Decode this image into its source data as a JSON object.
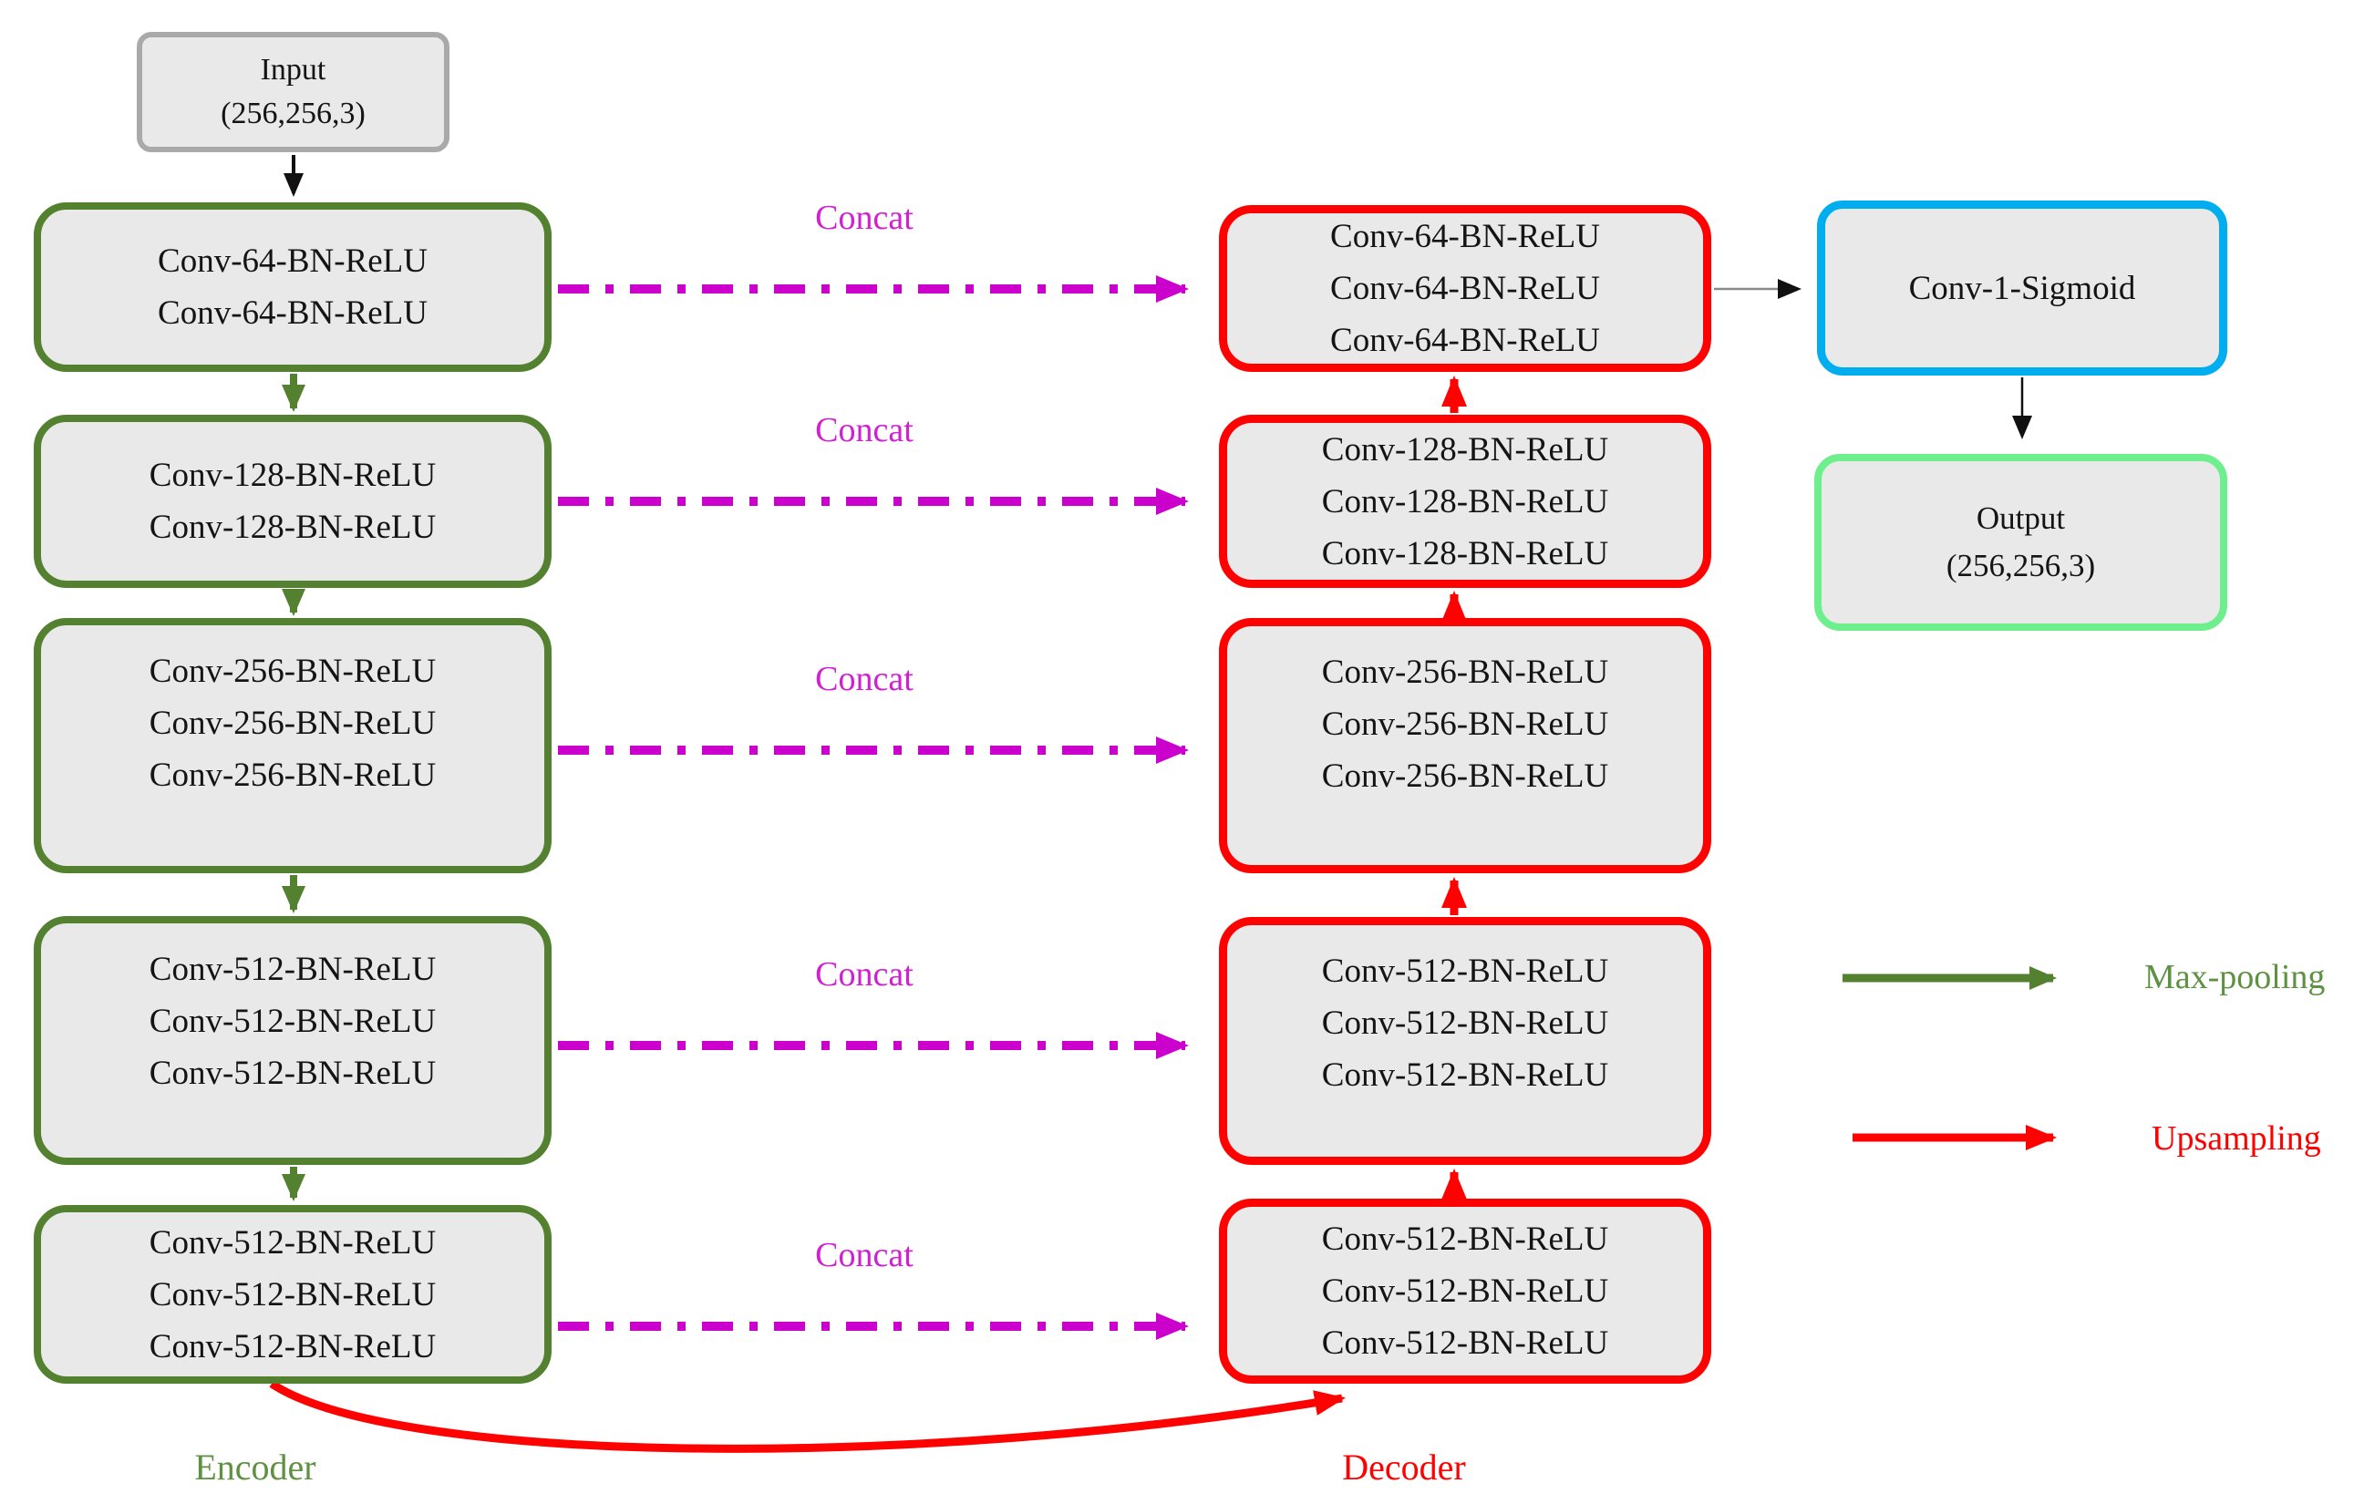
{
  "input": {
    "lines": [
      "Input",
      "(256,256,3)"
    ]
  },
  "encoder": {
    "label": "Encoder",
    "blocks": [
      {
        "lines": [
          "Conv-64-BN-ReLU",
          "Conv-64-BN-ReLU"
        ]
      },
      {
        "lines": [
          "Conv-128-BN-ReLU",
          "Conv-128-BN-ReLU"
        ]
      },
      {
        "lines": [
          "Conv-256-BN-ReLU",
          "Conv-256-BN-ReLU",
          "Conv-256-BN-ReLU"
        ]
      },
      {
        "lines": [
          "Conv-512-BN-ReLU",
          "Conv-512-BN-ReLU",
          "Conv-512-BN-ReLU"
        ]
      },
      {
        "lines": [
          "Conv-512-BN-ReLU",
          "Conv-512-BN-ReLU",
          "Conv-512-BN-ReLU"
        ]
      }
    ]
  },
  "decoder": {
    "label": "Decoder",
    "blocks": [
      {
        "lines": [
          "Conv-64-BN-ReLU",
          "Conv-64-BN-ReLU",
          "Conv-64-BN-ReLU"
        ]
      },
      {
        "lines": [
          "Conv-128-BN-ReLU",
          "Conv-128-BN-ReLU",
          "Conv-128-BN-ReLU"
        ]
      },
      {
        "lines": [
          "Conv-256-BN-ReLU",
          "Conv-256-BN-ReLU",
          "Conv-256-BN-ReLU"
        ]
      },
      {
        "lines": [
          "Conv-512-BN-ReLU",
          "Conv-512-BN-ReLU",
          "Conv-512-BN-ReLU"
        ]
      },
      {
        "lines": [
          "Conv-512-BN-ReLU",
          "Conv-512-BN-ReLU",
          "Conv-512-BN-ReLU"
        ]
      }
    ]
  },
  "head": {
    "sigmoid_label": "Conv-1-Sigmoid",
    "output_lines": [
      "Output",
      "(256,256,3)"
    ]
  },
  "concat_labels": [
    "Concat",
    "Concat",
    "Concat",
    "Concat",
    "Concat"
  ],
  "legend": {
    "max_pooling": "Max-pooling",
    "upsampling": "Upsampling"
  },
  "colors": {
    "encoder_border": "#53812F",
    "decoder_border": "#FE0202",
    "concat_arrow": "#CC00CC",
    "sigmoid_border": "#00AEEF",
    "output_border": "#6CEF8C",
    "input_border": "#A9A9A9",
    "box_fill": "#E9E9E9"
  }
}
